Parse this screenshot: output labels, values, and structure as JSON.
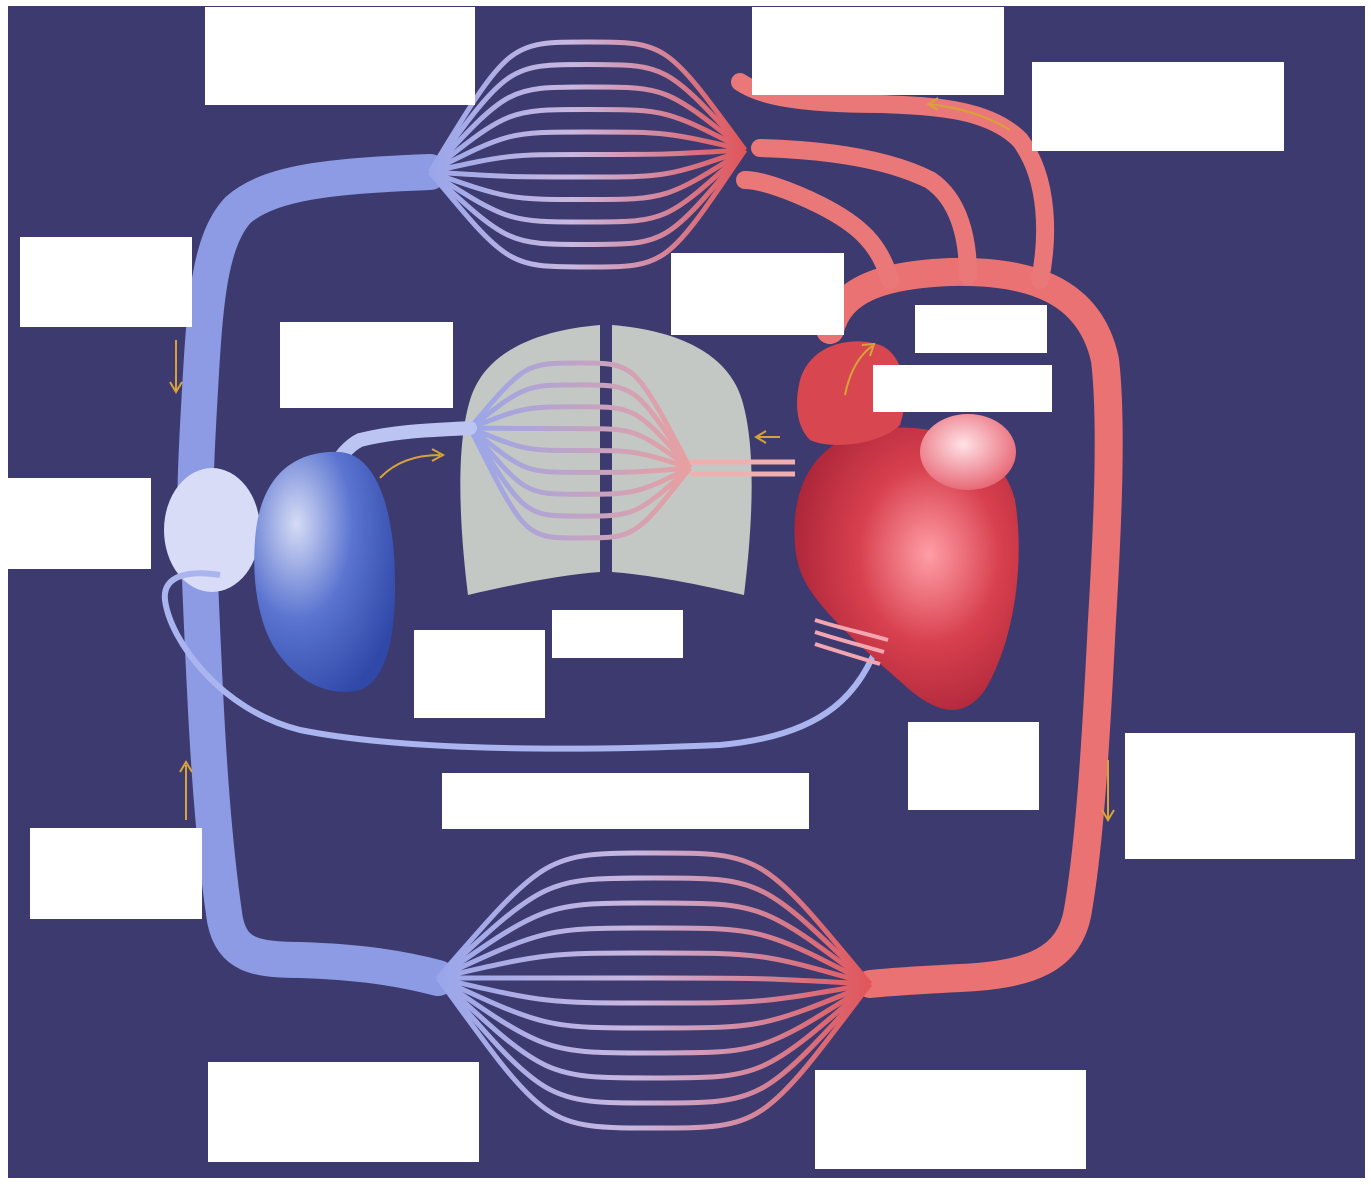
{
  "diagram": {
    "title": "",
    "colors": {
      "background": "#3c3a6e",
      "oxygenated": "#e0565a",
      "deoxygenated": "#9aa6ea",
      "heart_right": "#3a55b8",
      "heart_left": "#c83246",
      "lungs": "#c4c8c4",
      "arrow": "#d8a238",
      "label_box": "#ffffff"
    },
    "parts": [
      "upper-body-capillary-bed",
      "lower-body-capillary-bed",
      "lungs",
      "right-heart",
      "left-heart",
      "vena-cava",
      "aorta",
      "pulmonary-artery",
      "pulmonary-vein",
      "coronary-vessel"
    ],
    "labels": [
      "",
      "",
      "",
      "",
      "",
      "",
      "",
      "",
      "",
      "",
      "",
      "",
      "",
      "",
      "",
      "",
      ""
    ]
  }
}
